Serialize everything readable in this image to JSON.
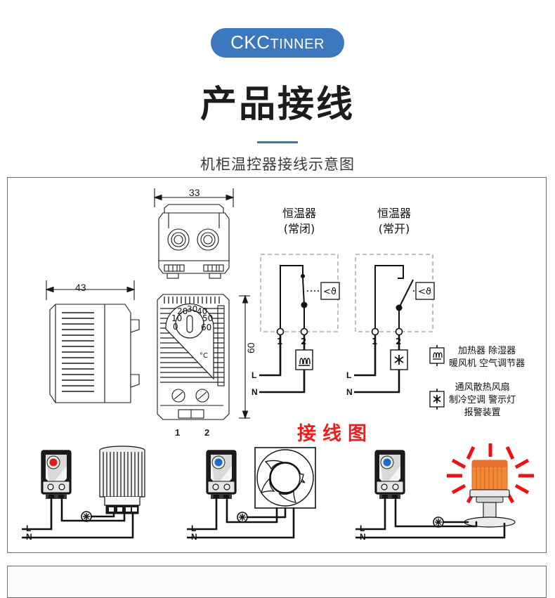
{
  "header": {
    "badge_primary": "CKC",
    "badge_secondary": "TINNER",
    "title": "产品接线",
    "subtitle": "机柜温控器接线示意图",
    "accent_color": "#3c78bd"
  },
  "diagram": {
    "dimensions": {
      "width_top": "33",
      "width_side": "43",
      "height_front": "60"
    },
    "terminals": {
      "t1": "1",
      "t2": "2"
    },
    "dial": {
      "unit": "°C",
      "scale": [
        "0",
        "10",
        "20",
        "30",
        "40",
        "50",
        "60"
      ]
    },
    "circuits": [
      {
        "title_line1": "恒温器",
        "title_line2": "(常闭)",
        "switch_label": "<ϑ",
        "load_icon": "heater-icon",
        "terminal_1": "1",
        "terminal_2": "2",
        "line_live": "L",
        "line_neutral": "N"
      },
      {
        "title_line1": "恒温器",
        "title_line2": "(常开)",
        "switch_label": "<ϑ",
        "load_icon": "fan-icon",
        "terminal_1": "1",
        "terminal_2": "2",
        "line_live": "L",
        "line_neutral": "N"
      }
    ],
    "legend": [
      {
        "icon": "heater-icon",
        "line1": "加热器 除湿器",
        "line2": "暖风机 空气调节器"
      },
      {
        "icon": "fan-icon",
        "line1": "通风散热风扇",
        "line2": "制冷空调 警示灯",
        "line3": "报警装置"
      }
    ],
    "red_title": "接线图",
    "wiring_examples": [
      {
        "device": "thermostat-red-knob",
        "load": "heater-cartridge",
        "ground_icon": "ground-icon",
        "line_live": "L",
        "line_neutral": "N"
      },
      {
        "device": "thermostat-blue-knob",
        "load": "axial-fan",
        "ground_icon": "ground-icon",
        "line_live": "L",
        "line_neutral": "N"
      },
      {
        "device": "thermostat-blue-knob",
        "load": "alarm-beacon",
        "ground_icon": "ground-icon",
        "line_live": "L",
        "line_neutral": "N"
      }
    ]
  },
  "colors": {
    "badge_blue": "#3c78bd",
    "red_text": "#ee1c1c",
    "beacon_orange": "#f08a3c",
    "knob_red": "#d81f1f",
    "knob_blue": "#1a6fc4",
    "panel_border": "#6d6d6d"
  }
}
